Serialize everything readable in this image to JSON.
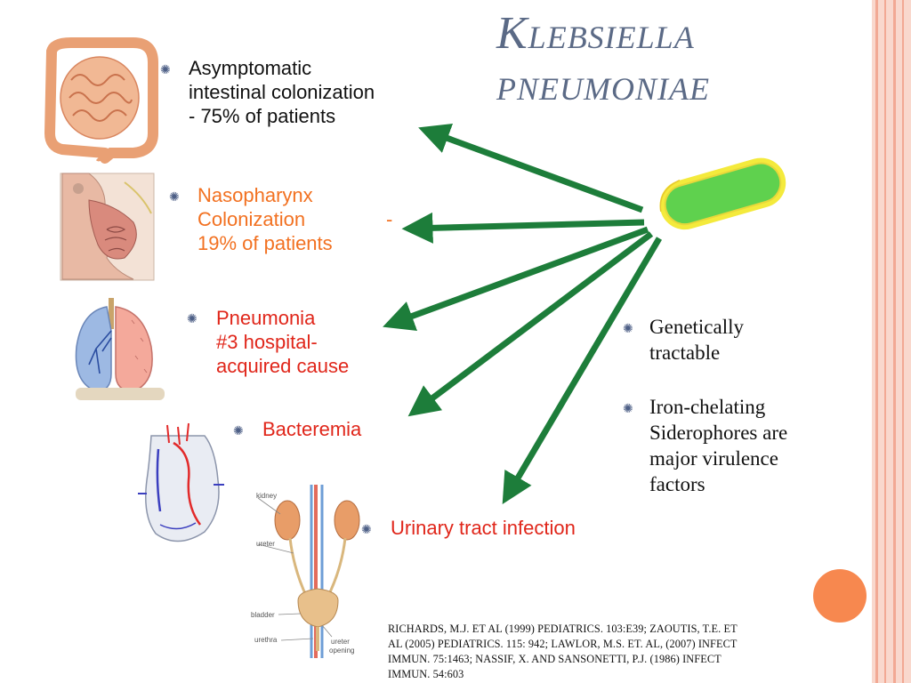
{
  "title_line1": "Klebsiella",
  "title_line2": "pneumoniae",
  "colors": {
    "title": "#5b6a86",
    "arrow": "#1d7d3a",
    "orange_text": "#f27121",
    "red_text": "#e0261a",
    "bacterium_fill": "#5fd14e",
    "bacterium_border": "#f4ea3c"
  },
  "items": {
    "intestinal": {
      "line1": "Asymptomatic",
      "line2": "intestinal colonization",
      "line3": "- 75% of patients",
      "icon": "intestine-illustration"
    },
    "nasopharynx": {
      "line1": "Nasopharynx",
      "line2": "Colonization",
      "line2_dash": "-",
      "line3": "19% of patients",
      "icon": "nasopharynx-illustration"
    },
    "pneumonia": {
      "line1": "Pneumonia",
      "line2": "#3 hospital-",
      "line3": "acquired cause",
      "icon": "lungs-illustration"
    },
    "bacteremia": {
      "line1": "Bacteremia",
      "icon": "heart-illustration"
    },
    "uti": {
      "line1": "Urinary tract infection",
      "icon": "urinary-tract-illustration",
      "labels": {
        "kidney": "kidney",
        "ureter": "ureter",
        "bladder": "bladder",
        "urethra": "urethra",
        "ureter_opening_1": "ureter",
        "ureter_opening_2": "opening"
      }
    }
  },
  "right_bullets": {
    "b1_line1": "Genetically",
    "b1_line2": "tractable",
    "b2_line1": "Iron-chelating",
    "b2_line2": "Siderophores are",
    "b2_line3": "major virulence",
    "b2_line4": "factors"
  },
  "references": {
    "line1": "RICHARDS, M.J. ET AL (1999) PEDIATRICS. 103:E39; ZAOUTIS, T.E. ET",
    "line2": "AL (2005) PEDIATRICS. 115: 942; LAWLOR, M.S. ET. AL, (2007) INFECT",
    "line3": "IMMUN. 75:1463; NASSIF, X. AND SANSONETTI, P.J. (1986) INFECT",
    "line4": "IMMUN. 54:603"
  }
}
